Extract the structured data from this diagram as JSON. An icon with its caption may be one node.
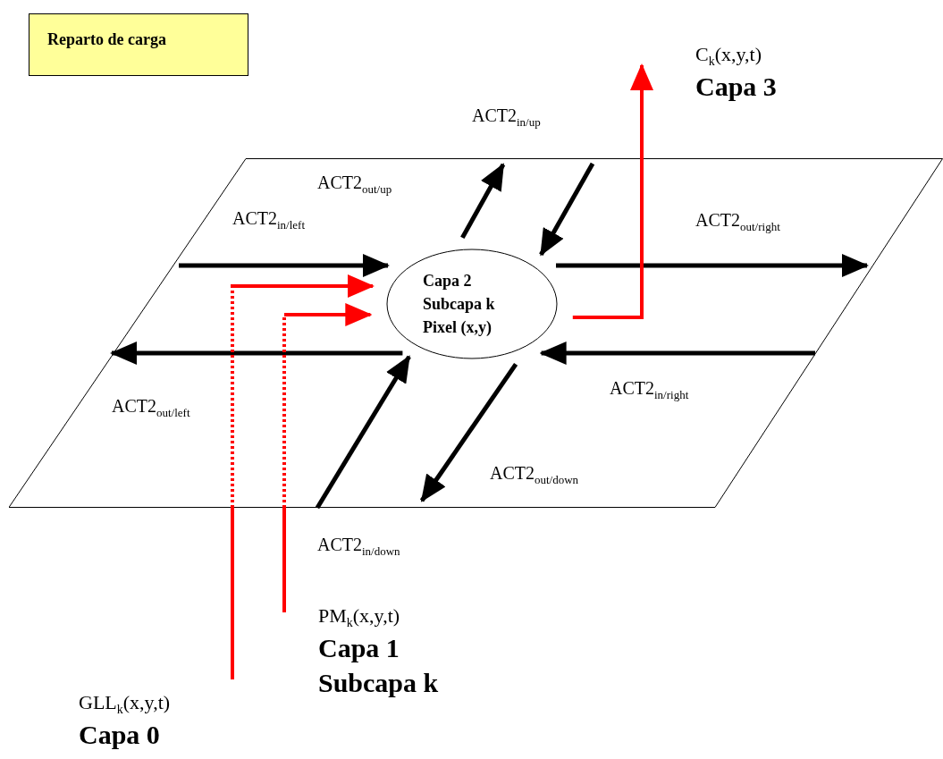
{
  "diagram": {
    "title": "Reparto de carga",
    "nodes": [
      {
        "text": [],
        "shape": "parallelogram"
      },
      {
        "text": [
          "Capa 2 Subcapa k Pixel (x,y)"
        ],
        "in": 0
      },
      {
        "text": [
          "C$_{k}$(x,y,t)",
          "Capa 3"
        ]
      },
      {
        "text": [
          "PM$_{k}$(x,y,t)",
          "Capa 1 Subcapa k"
        ]
      },
      {
        "text": [
          "GLL$_{k}$(x,y,t)",
          "Capa 0"
        ]
      }
    ],
    "edges": [
      {
        "from": null,
        "to": 1,
        "arrow": "to",
        "label": "ACT2$_{in/left}$"
      },
      {
        "from": 1,
        "to": null,
        "arrow": "to",
        "label": "ACT2$_{out/up}$"
      },
      {
        "from": null,
        "to": 1,
        "arrow": "to",
        "label": "ACT2$_{in/up}$"
      },
      {
        "from": 1,
        "to": null,
        "arrow": "to",
        "label": "ACT2$_{out/right}$"
      },
      {
        "from": 1,
        "to": null,
        "arrow": "to",
        "label": "ACT2$_{out/left}$"
      },
      {
        "from": null,
        "to": 1,
        "arrow": "to",
        "label": "ACT2$_{in/right}$"
      },
      {
        "from": null,
        "to": 1,
        "arrow": "to",
        "label": "ACT2$_{in/down}$"
      },
      {
        "from": 1,
        "to": null,
        "arrow": "to",
        "label": "ACT2$_{out/down}$"
      },
      {
        "from": 4,
        "to": 1,
        "arrow": "to",
        "style": "dashed",
        "color": "#ff0000"
      },
      {
        "from": 3,
        "to": 1,
        "arrow": "to",
        "style": "dashed",
        "color": "#ff0000"
      },
      {
        "from": 1,
        "to": 2,
        "arrow": "to",
        "color": "#ff0000"
      }
    ]
  }
}
